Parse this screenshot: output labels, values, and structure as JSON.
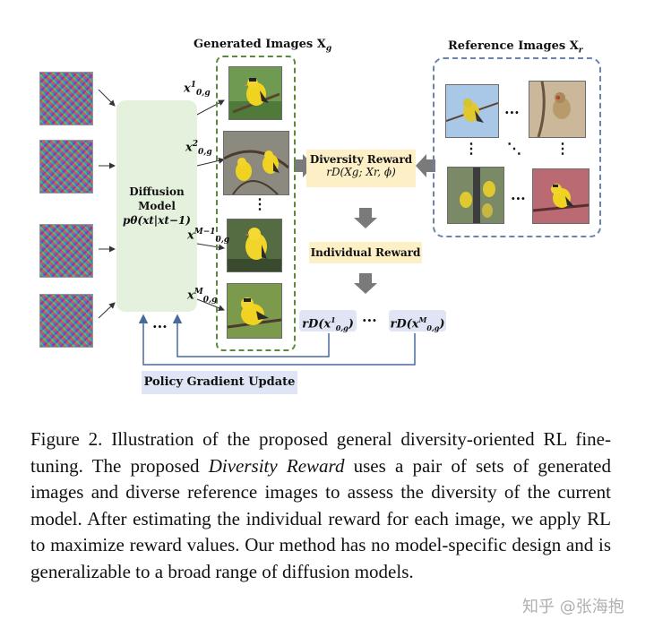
{
  "figure": {
    "generated_title": "Generated Images X",
    "generated_title_sub": "g",
    "reference_title": "Reference Images X",
    "reference_title_sub": "r",
    "diffusion_label_1": "Diffusion",
    "diffusion_label_2": "Model",
    "diffusion_label_3": "pθ(xt|xt−1)",
    "x_labels": [
      "x",
      "x",
      "x",
      "x"
    ],
    "x_sups": [
      "1",
      "2",
      "M−1",
      "M"
    ],
    "x_subs": [
      "0,g",
      "0,g",
      "0,g",
      "0,g"
    ],
    "diversity_reward_title": "Diversity Reward",
    "diversity_reward_formula": "rD(Xg; Xr, ϕ)",
    "individual_reward": "Individual Reward",
    "rd_first": "rD(x",
    "rd_first_sup": "1",
    "rd_first_sub": "0,g",
    "rd_last": "rD(x",
    "rd_last_sup": "M",
    "rd_last_sub": "0,g",
    "rd_close": ")",
    "ellipsis": "···",
    "vdots": "⋮",
    "ddots": "⋱",
    "policy_gradient_update": "Policy Gradient Update"
  },
  "caption": {
    "part1": "Figure 2.  Illustration of the proposed general diversity-oriented RL fine-tuning.  The proposed ",
    "emph": "Diversity Reward",
    "part2": " uses a pair of sets of generated images and diverse reference images to assess the diversity of the current model. After estimating the individual reward for each image, we apply RL to maximize reward values. Our method has no model-specific design and is generalizable to a broad range of diffusion models."
  },
  "watermark": "知乎 @张海抱",
  "colors": {
    "diffusion_fill": "#e4f1dc",
    "generated_border": "#5c8a3c",
    "reference_border": "#6a85ad",
    "reward_fill": "#fdf0c7",
    "update_fill": "#dfe5f4"
  }
}
